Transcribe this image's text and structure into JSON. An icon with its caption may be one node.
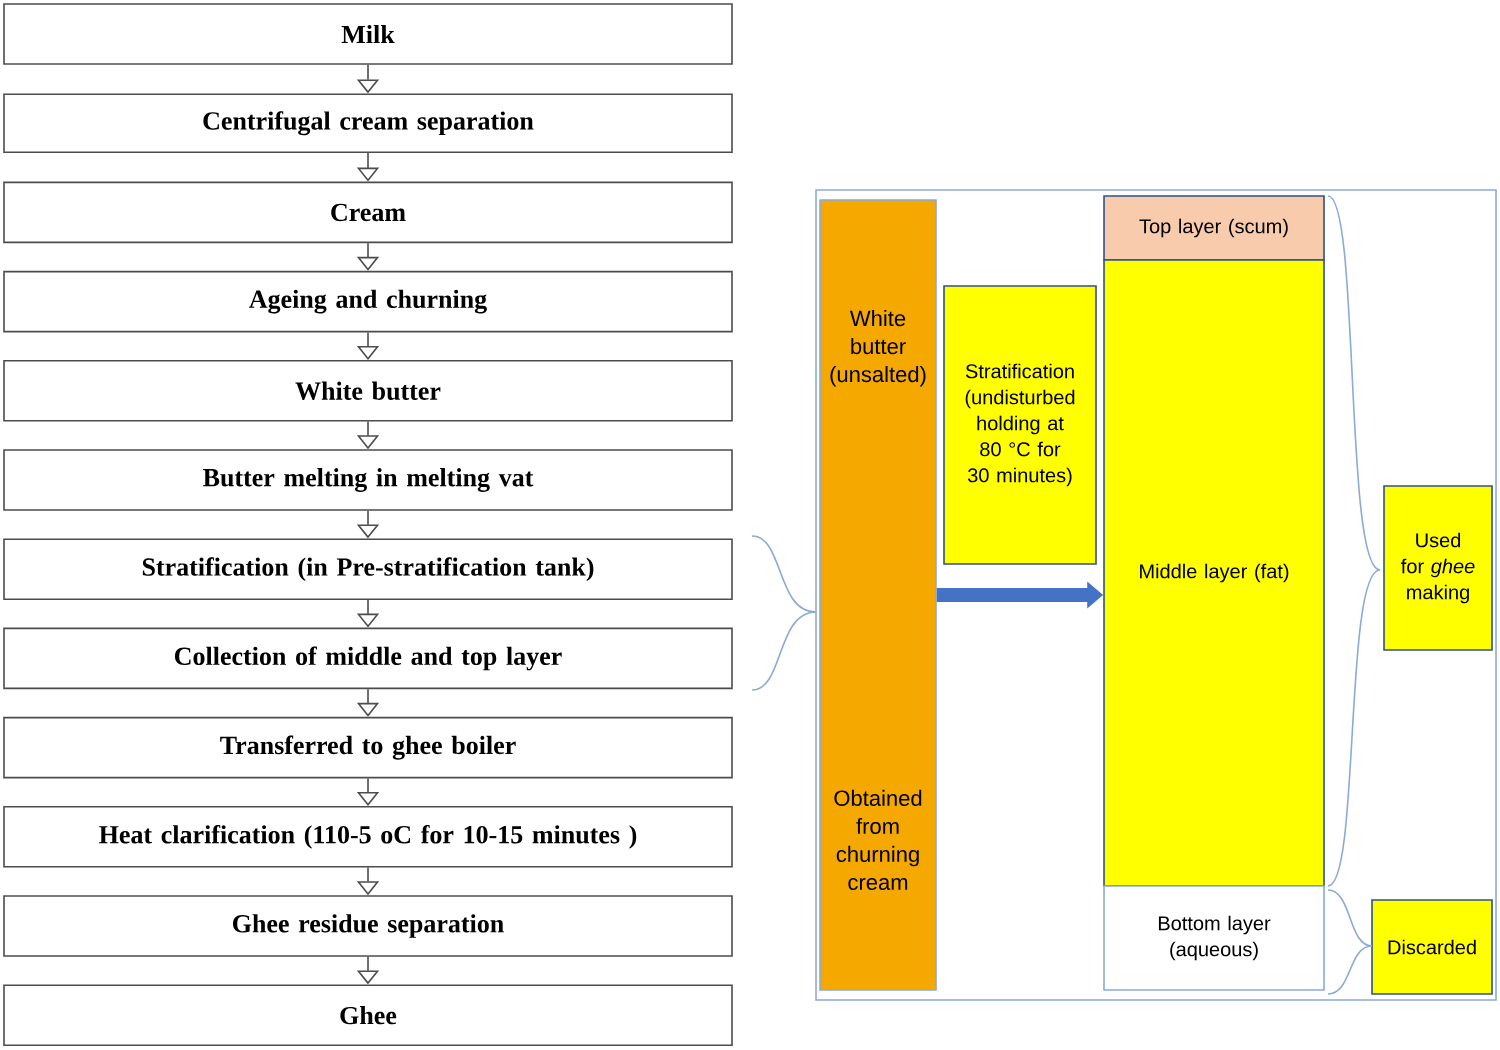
{
  "diagram": {
    "nodes": [
      {
        "text": [
          "Milk"
        ]
      },
      {
        "text": [
          "Centrifugal cream separation"
        ]
      },
      {
        "text": [
          "Cream"
        ]
      },
      {
        "text": [
          "Ageing and churning"
        ]
      },
      {
        "text": [
          "White butter"
        ]
      },
      {
        "text": [
          "Butter melting in melting vat"
        ]
      },
      {
        "text": [
          "Stratification (in Pre-stratification tank)"
        ]
      },
      {
        "text": [
          "Collection of middle and top layer"
        ]
      },
      {
        "text": [
          "Transferred to ghee boiler"
        ]
      },
      {
        "text": [
          "Heat clarification (110-5 oC for 10-15 minutes )"
        ]
      },
      {
        "text": [
          "Ghee residue separation"
        ]
      },
      {
        "text": [
          "Ghee"
        ]
      },
      {
        "text": [],
        "shape": "box"
      },
      {
        "text": [
          "White butter (unsalted)",
          "Obtained from churning cream"
        ],
        "in": 12
      },
      {
        "text": [
          "Stratification (undisturbed holding at 80 °C for 30 minutes)"
        ],
        "in": 12
      },
      {
        "text": [
          "Top layer (scum)"
        ],
        "in": 12
      },
      {
        "text": [
          "Middle layer (fat)"
        ],
        "in": 12
      },
      {
        "text": [
          "Bottom layer (aqueous)"
        ],
        "in": 12
      },
      {
        "text": [
          "Used for *ghee* making"
        ],
        "in": 12
      },
      {
        "text": [
          "Discarded"
        ],
        "in": 12
      }
    ],
    "edges": [
      {
        "from": 0,
        "to": 1,
        "arrow": "to"
      },
      {
        "from": 1,
        "to": 2,
        "arrow": "to"
      },
      {
        "from": 2,
        "to": 3,
        "arrow": "to"
      },
      {
        "from": 3,
        "to": 4,
        "arrow": "to"
      },
      {
        "from": 4,
        "to": 5,
        "arrow": "to"
      },
      {
        "from": 5,
        "to": 6,
        "arrow": "to"
      },
      {
        "from": 6,
        "to": 7,
        "arrow": "to"
      },
      {
        "from": 7,
        "to": 8,
        "arrow": "to"
      },
      {
        "from": 8,
        "to": 9,
        "arrow": "to"
      },
      {
        "from": 9,
        "to": 10,
        "arrow": "to"
      },
      {
        "from": 10,
        "to": 11,
        "arrow": "to"
      },
      {
        "from": 13,
        "to": 16,
        "arrow": "to",
        "style": "thick",
        "color": "#4472c4"
      }
    ]
  }
}
